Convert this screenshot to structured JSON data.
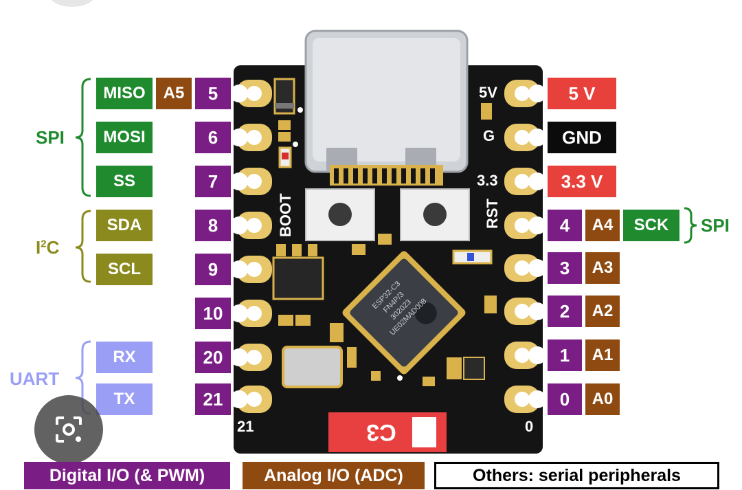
{
  "left_pins": [
    {
      "num": "5",
      "func": "MISO",
      "alt": "A5"
    },
    {
      "num": "6",
      "func": "MOSI"
    },
    {
      "num": "7",
      "func": "SS"
    },
    {
      "num": "8",
      "func": "SDA"
    },
    {
      "num": "9",
      "func": "SCL"
    },
    {
      "num": "10"
    },
    {
      "num": "20",
      "func": "RX"
    },
    {
      "num": "21",
      "func": "TX"
    }
  ],
  "right_pins": [
    {
      "silk": "5V",
      "label": "5 V"
    },
    {
      "silk": "G",
      "label": "GND"
    },
    {
      "silk": "3.3",
      "label": "3.3 V"
    },
    {
      "num": "4",
      "alt": "A4",
      "func": "SCK"
    },
    {
      "num": "3",
      "alt": "A3"
    },
    {
      "num": "2",
      "alt": "A2"
    },
    {
      "num": "1",
      "alt": "A1"
    },
    {
      "num": "0",
      "alt": "A0"
    }
  ],
  "groups": {
    "spi_left": "SPI",
    "i2c_prefix": "I",
    "i2c_sup": "2",
    "i2c_suffix": "C",
    "uart": "UART",
    "spi_right": "SPI"
  },
  "board": {
    "boot": "BOOT",
    "rst": "RST",
    "silk_21": "21",
    "silk_0": "0",
    "chip_logo": "C3",
    "chip_lines": [
      "ESP32-C3",
      "FN4P/3",
      "302023",
      "UE02MAD008"
    ]
  },
  "legend": {
    "digital": "Digital I/O (& PWM)",
    "analog": "Analog I/O (ADC)",
    "others": "Others: serial peripherals"
  },
  "colors": {
    "digital": "#7a1e86",
    "analog": "#8f4a12",
    "spi": "#1f8a2e",
    "i2c": "#8a8a1e",
    "uart": "#9a9ff5",
    "power": "#e8413c",
    "ground": "#0b0b0b",
    "pcb": "#141414",
    "pad": "#e8c76a"
  }
}
